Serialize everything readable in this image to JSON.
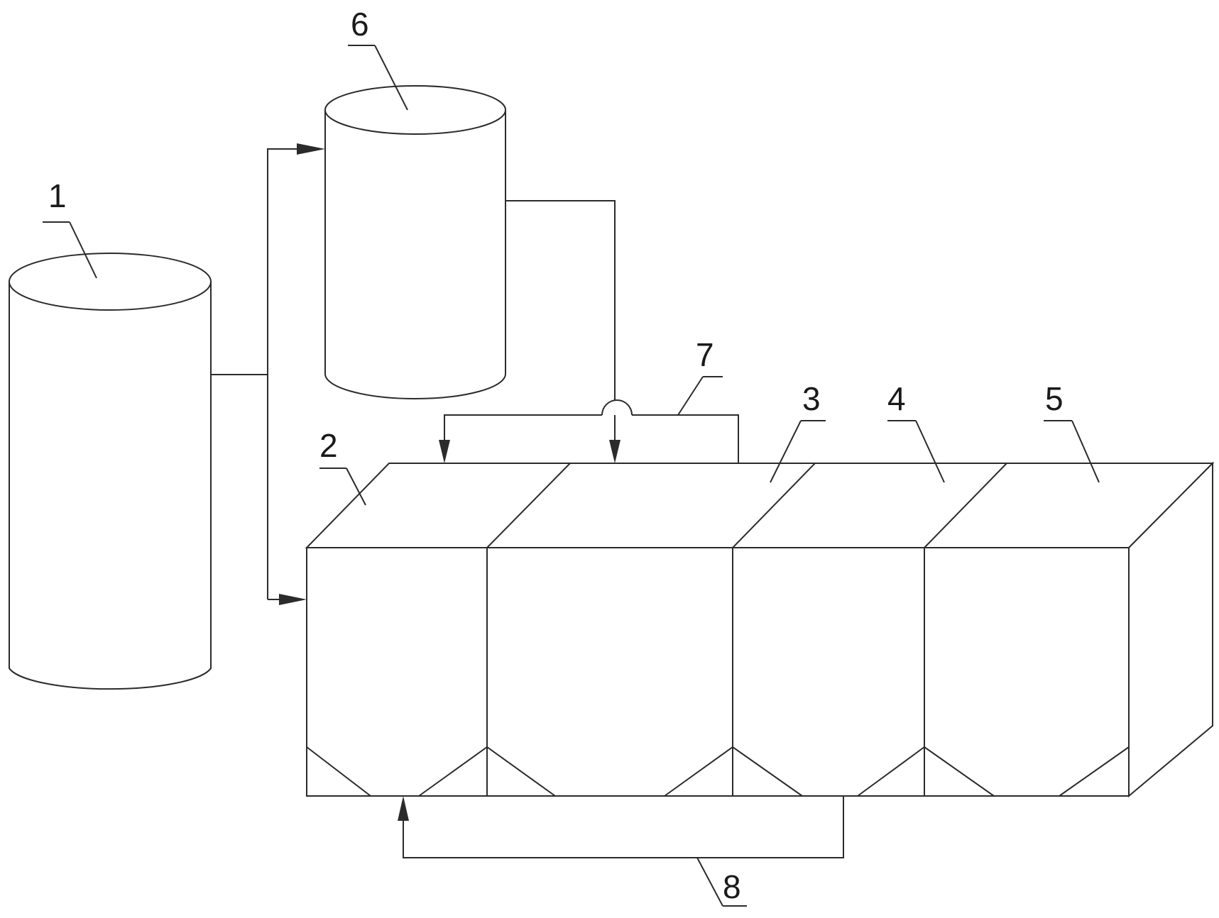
{
  "diagram": {
    "labels": {
      "tank_1": "1",
      "tank_6": "6",
      "compartment_2": "2",
      "compartment_3": "3",
      "compartment_4": "4",
      "compartment_5": "5",
      "pipe_7": "7",
      "pipe_8": "8"
    },
    "line_color": "#2b2b2b",
    "background": "#ffffff"
  }
}
